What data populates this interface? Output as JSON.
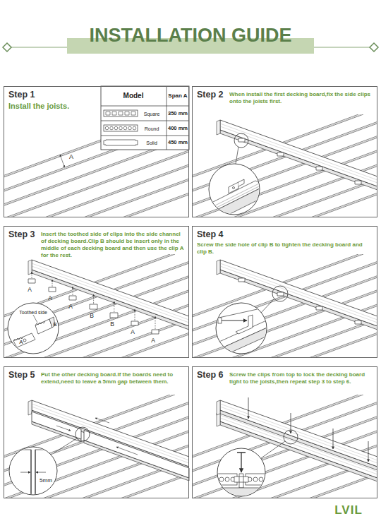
{
  "diagram": {
    "title": "INSTALLATION GUIDE",
    "nodes": [
      {
        "text": [
          "Step 1",
          "Install the joists."
        ]
      },
      {
        "text": [
          "Step 2",
          "When install the first decking board,fix the side clips onto the joists first."
        ]
      },
      {
        "text": [
          "Step 3",
          "Insert the toothed side of clips into the side channel of decking board.Clip B should be insert only in the middle of each decking board and then use the clip A for the rest."
        ]
      },
      {
        "text": [
          "Step 4",
          "Screw the side hole of clip B to tighten the decking board and clip B."
        ]
      },
      {
        "text": [
          "Step 5",
          "Put the other decking board.If the boards need to extend,need to leave a 5mm gap between them."
        ]
      },
      {
        "text": [
          "Step 6",
          "Screw the clips from top to lock the decking board tight to the joists,then repeat step 3 to step 6."
        ]
      }
    ],
    "labels": [
      "A",
      "Model",
      "Span A",
      "Square",
      "350 mm",
      "Round",
      "400 mm",
      "Solid",
      "450 mm",
      "A",
      "A",
      "A",
      "B",
      "B",
      "A",
      "A",
      "Toothed side",
      "B",
      "A",
      "5mm",
      "LVIL"
    ]
  }
}
